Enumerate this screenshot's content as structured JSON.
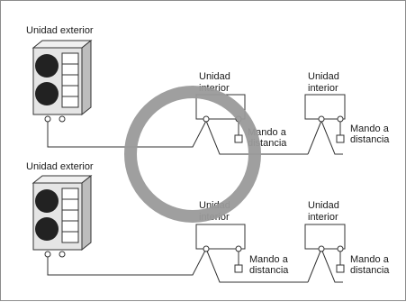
{
  "diagram": {
    "groups": [
      {
        "outdoor_label": "Unidad exterior",
        "indoor_units": [
          {
            "label_line1": "Unidad",
            "label_line2": "interior",
            "remote_line1": "Mando a",
            "remote_line2": "distancia"
          },
          {
            "label_line1": "Unidad",
            "label_line2": "interior",
            "remote_line1": "Mando a",
            "remote_line2": "distancia"
          }
        ]
      },
      {
        "outdoor_label": "Unidad exterior",
        "indoor_units": [
          {
            "label_line1": "Unidad",
            "label_line2": "interior",
            "remote_line1": "Mando a",
            "remote_line2": "distancia"
          },
          {
            "label_line1": "Unidad",
            "label_line2": "interior",
            "remote_line1": "Mando a",
            "remote_line2": "distancia"
          }
        ]
      }
    ],
    "colors": {
      "ring": "#9a9a9a",
      "line": "#333333",
      "unit_body": "#d9d9d9",
      "fan_grille": "#222222"
    }
  }
}
